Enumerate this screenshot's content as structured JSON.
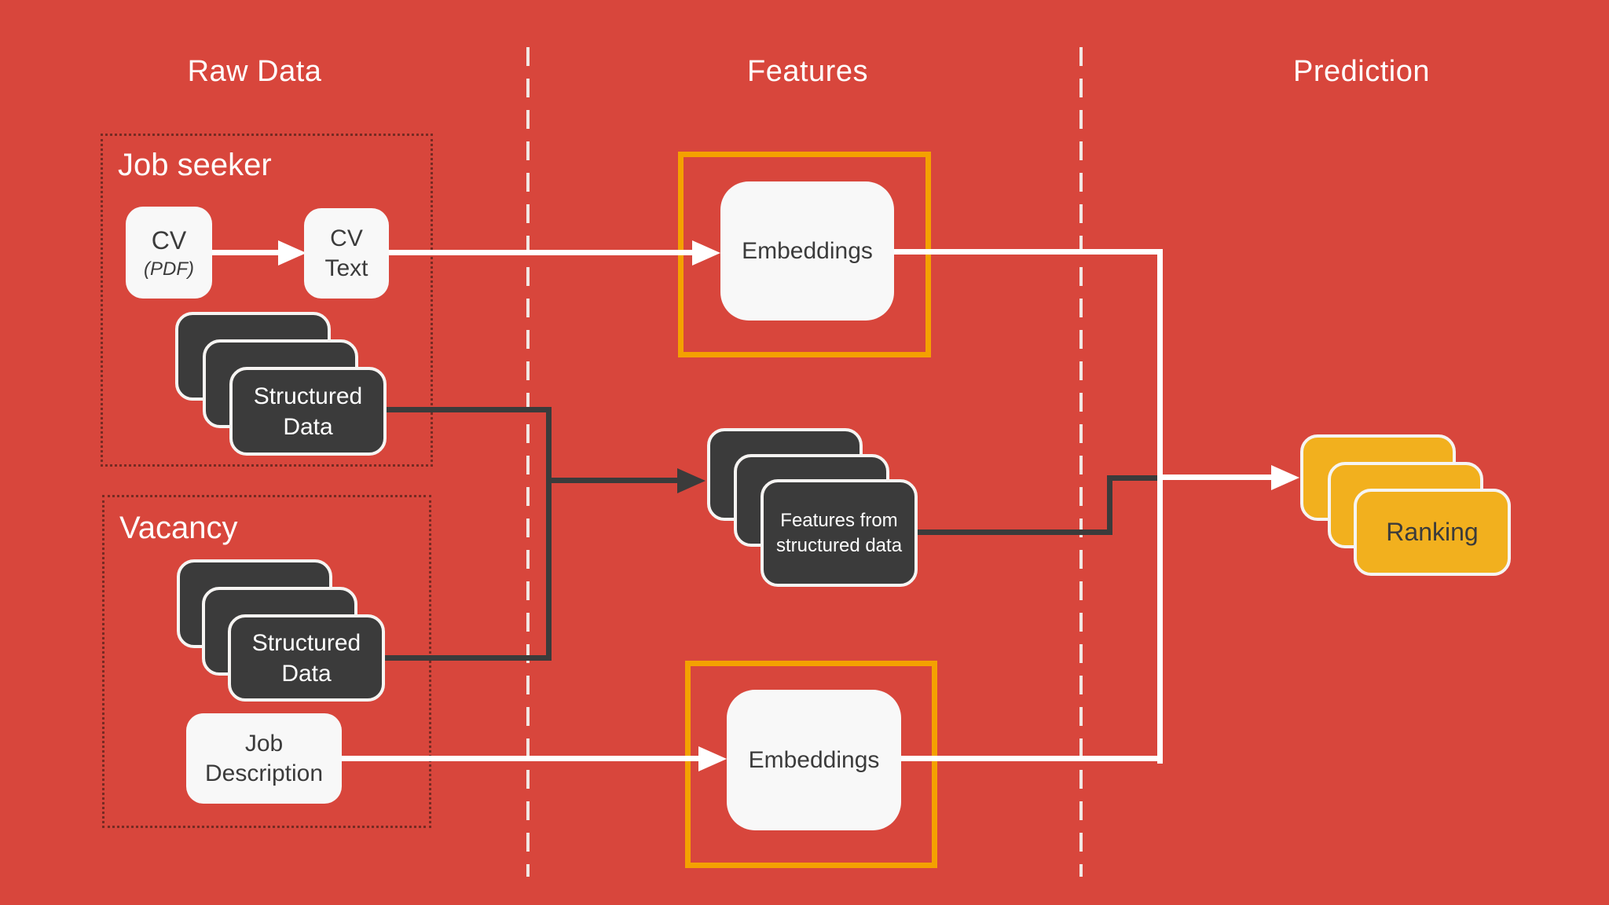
{
  "colors": {
    "background": "#D8463C",
    "card_dark": "#3B3B3B",
    "card_light": "#F8F8F8",
    "accent_orange": "#F4A100",
    "accent_yellow": "#F2B01E"
  },
  "headers": {
    "raw_data": "Raw Data",
    "features": "Features",
    "prediction": "Prediction"
  },
  "groups": {
    "job_seeker": "Job seeker",
    "vacancy": "Vacancy"
  },
  "nodes": {
    "cv_pdf": {
      "line1": "CV",
      "line2": "(PDF)"
    },
    "cv_text": {
      "line1": "CV",
      "line2": "Text"
    },
    "job_seeker_structured": {
      "line1": "Structured",
      "line2": "Data"
    },
    "vacancy_structured": {
      "line1": "Structured",
      "line2": "Data"
    },
    "job_description": {
      "line1": "Job",
      "line2": "Description"
    },
    "embeddings_cv": {
      "label": "Embeddings"
    },
    "embeddings_job": {
      "label": "Embeddings"
    },
    "features_from_structured": {
      "line1": "Features from",
      "line2": "structured data"
    },
    "ranking": {
      "label": "Ranking"
    }
  }
}
